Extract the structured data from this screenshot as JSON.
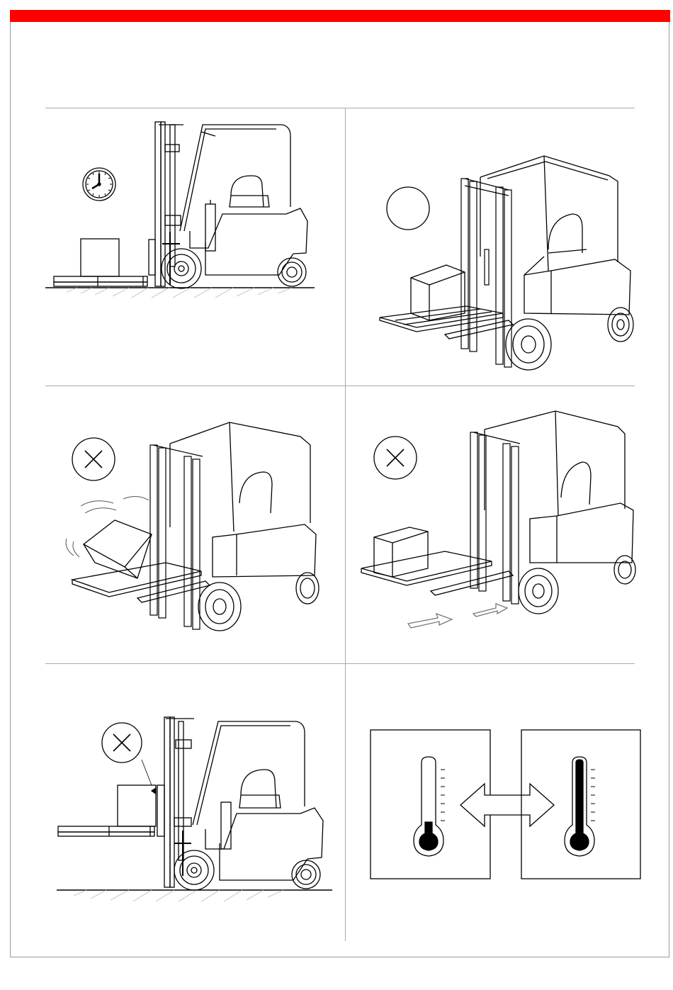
{
  "document": {
    "brand_bar_color": "#ff0000",
    "line_color": "#000000",
    "panels": [
      {
        "id": "panel-1",
        "subject": "forklift-side-view-with-clock",
        "icon": "clock-icon"
      },
      {
        "id": "panel-2",
        "subject": "forklift-perspective-with-pallet",
        "icon": "blank-circle-icon"
      },
      {
        "id": "panel-3",
        "subject": "forklift-unstable-load",
        "icon": "prohibited-x-icon"
      },
      {
        "id": "panel-4",
        "subject": "forklift-pallet-with-travel-arrows",
        "icon": "prohibited-x-icon"
      },
      {
        "id": "panel-5",
        "subject": "forklift-side-view-raised-pallet",
        "icon": "prohibited-x-icon"
      },
      {
        "id": "panel-6",
        "subject": "temperature-change",
        "icon": "thermometer-icon"
      }
    ]
  }
}
